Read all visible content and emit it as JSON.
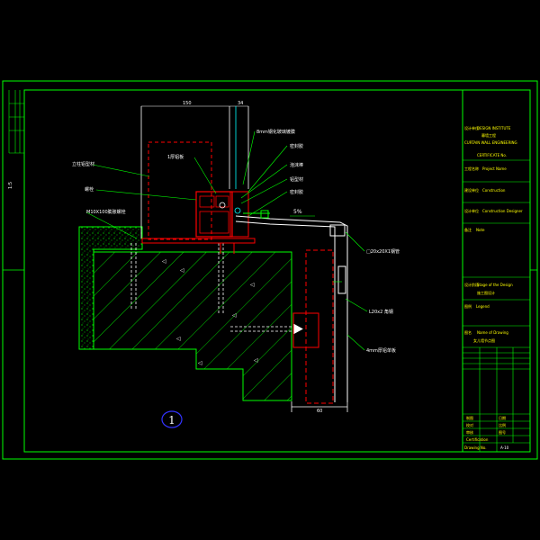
{
  "colors": {
    "background": "#000000",
    "frame": "#00ff00",
    "section": "#ff0000",
    "text": "#ffffff",
    "highlight": "#ffff00",
    "accent": "#00ffff",
    "bubble": "#3333ff"
  },
  "dimensions": {
    "top_left": "150",
    "top_right": "34",
    "bottom": "60"
  },
  "annotations": {
    "sheet_number_left": "1:5",
    "glass": "8mm钢化玻璃镀膜",
    "mullion": "立柱铝型材",
    "connector": "1厚铝板",
    "bolt": "螺栓",
    "sealant": "密封胶",
    "anchor": "M10X100膨胀螺栓",
    "profile": "铝型材",
    "foam": "泡沫棒",
    "slope": "5%",
    "steel_tube": "□20x20X1钢管",
    "angle": "L20x2 角钢",
    "cladding": "4mm厚铝单板",
    "detail_number": "1"
  },
  "title_block": {
    "company_label": "设计单位",
    "company_en_1": "DESIGN INSTITUTE",
    "company_cn": "幕墙工程",
    "company_en_2": "CURTAIN WALL ENGINEERING",
    "company_en_3": "CERTIFICATE No.",
    "project_label": "工程名称",
    "project_value": "Project Name",
    "client_label": "建设单位",
    "client_value": "Construction",
    "designer_label": "设计单位",
    "designer_value": "Construction Designer",
    "note_label": "备注",
    "note_value": "Note",
    "stage_label": "设计阶段",
    "stage_en": "Stage of the Design",
    "stage_cn": "施工图设计",
    "legend_label": "图例",
    "legend_value": "Legend",
    "drawing_label": "图名",
    "drawing_en": "Name of Drawing",
    "drawing_cn": "女儿墙节点图",
    "drawn_label": "制图",
    "checked_label": "校对",
    "approved_label": "审核",
    "date_label": "日期",
    "scale_label": "比例",
    "sheet_label": "图号",
    "drawing_no_label": "Drawing No.",
    "drawing_no_value": "A-10",
    "stamp": "Certification"
  }
}
